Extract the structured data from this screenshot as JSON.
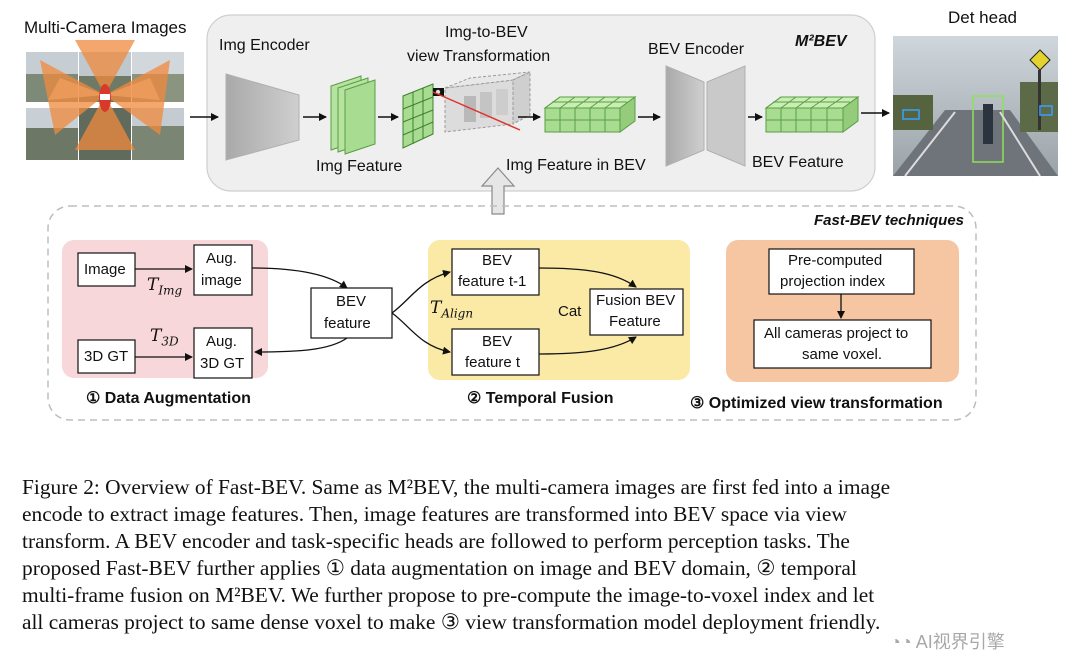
{
  "figure": {
    "multi_camera_title": "Multi-Camera Images",
    "det_head_title": "Det head",
    "m2bev_title": "M²BEV",
    "img_encoder": "Img Encoder",
    "img_to_bev_line1": "Img-to-BEV",
    "img_to_bev_line2": "view Transformation",
    "bev_encoder": "BEV Encoder",
    "img_feature": "Img Feature",
    "img_feature_in_bev": "Img Feature in BEV",
    "bev_feature": "BEV Feature",
    "fastbev_title": "Fast-BEV techniques",
    "aug": {
      "image": "Image",
      "aug_image_line1": "Aug.",
      "aug_image_line2": "image",
      "gt": "3D GT",
      "aug_gt_line1": "Aug.",
      "aug_gt_line2": "3D GT",
      "t_img": "T",
      "t_img_sub": "Img",
      "t_3d": "T",
      "t_3d_sub": "3D",
      "title": "① Data Augmentation"
    },
    "bev_center_line1": "BEV",
    "bev_center_line2": "feature",
    "temporal": {
      "t_align": "T",
      "t_align_sub": "Align",
      "prev_line1": "BEV",
      "prev_line2": "feature t-1",
      "curr_line1": "BEV",
      "curr_line2": "feature t",
      "cat": "Cat",
      "fusion_line1": "Fusion BEV",
      "fusion_line2": "Feature",
      "title": "② Temporal Fusion"
    },
    "optimized": {
      "box1_line1": "Pre-computed",
      "box1_line2": "projection index",
      "box2_line1": "All cameras project to",
      "box2_line2": "same voxel.",
      "title": "③ Optimized view transformation"
    }
  },
  "caption": {
    "l1": "Figure 2: Overview of Fast-BEV. Same as M²BEV, the multi-camera images are first fed into a image",
    "l2": "encode to extract image features. Then, image features are transformed into BEV space via view",
    "l3": "transform. A BEV encoder and task-specific heads are followed to perform perception tasks. The",
    "l4": "proposed Fast-BEV further applies ① data augmentation on image and BEV domain, ② temporal",
    "l5": "multi-frame fusion on M²BEV. We further propose to pre-compute the image-to-voxel index and let",
    "l6": "all cameras project to same dense voxel to make ③ view transformation model deployment friendly."
  },
  "watermark": "AI视界引擎"
}
